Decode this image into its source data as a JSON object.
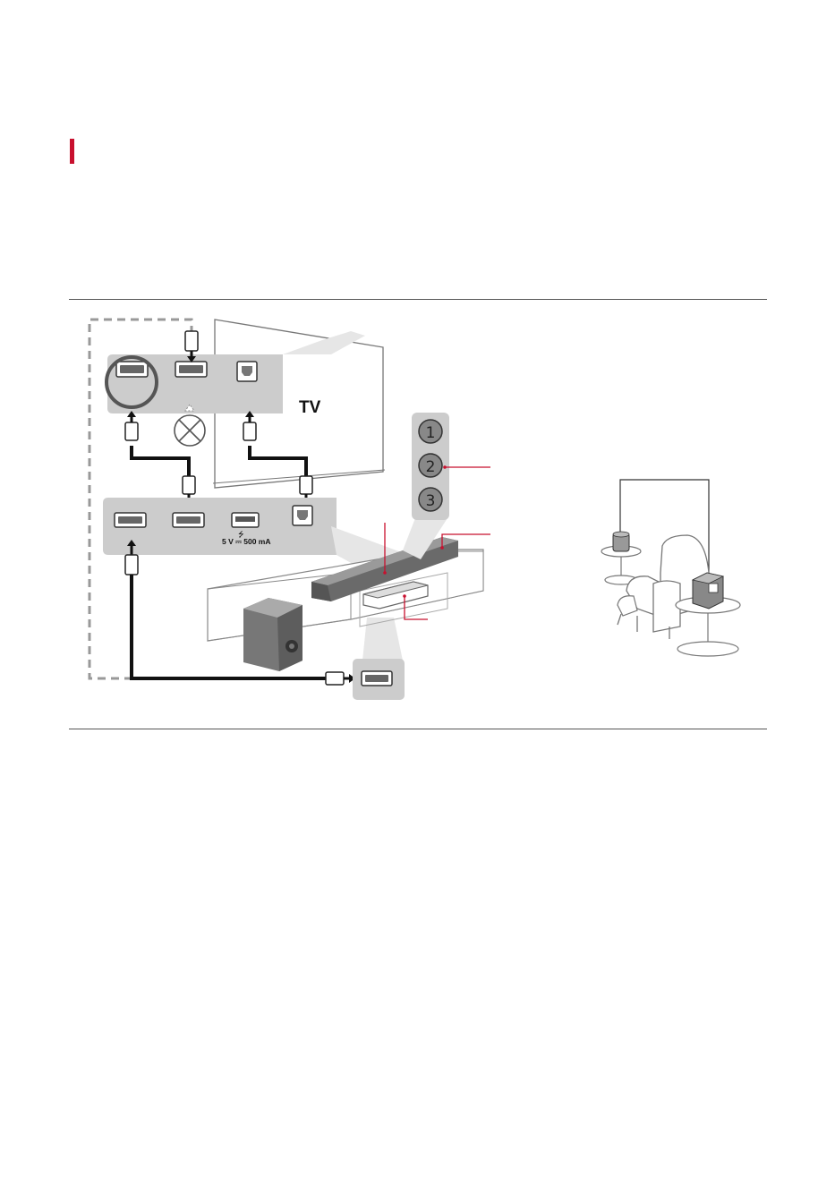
{
  "colors": {
    "accent": "#c8102e",
    "panel": "#cccccc",
    "button": "#888888",
    "cable": "#1a1a1a",
    "line": "#555555"
  },
  "tv": {
    "label": "TV"
  },
  "soundbar": {
    "usb_spec": "5 V ⎓ 500 mA"
  },
  "steps": [
    {
      "label": "1"
    },
    {
      "label": "2"
    },
    {
      "label": "3"
    }
  ]
}
